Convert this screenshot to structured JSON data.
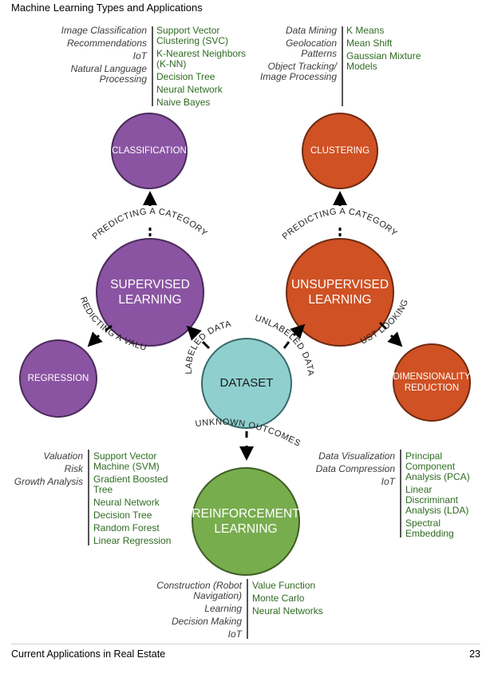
{
  "page": {
    "title": "Machine Learning Types and Applications",
    "footer_left": "Current Applications in Real Estate",
    "page_number": "23"
  },
  "nodes": {
    "classification": "CLASSIFICATION",
    "clustering": "CLUSTERING",
    "supervised": "SUPERVISED\nLEARNING",
    "unsupervised": "UNSUPERVISED\nLEARNING",
    "regression": "REGRESSION",
    "dataset": "DATASET",
    "dimensionality": "DIMENSIONALITY\nREDUCTION",
    "reinforcement": "REINFORCEMENT\nLEARNING"
  },
  "edge_labels": {
    "sup_to_class": "PREDICTING A CATEGORY",
    "unsup_to_clust": "PREDICTING A CATEGORY",
    "sup_to_reg": "PREDICTING A VALUE",
    "data_to_sup": "LABELED DATA",
    "data_to_unsup": "UNLABELED DATA",
    "unsup_to_dim": "JUST LOOKING",
    "data_to_reinf": "UNKNOWN OUTCOMES"
  },
  "classification_lists": {
    "applications": [
      "Image Classification",
      "Recommendations",
      "IoT",
      "Natural Language Processing"
    ],
    "algorithms": [
      "Support Vector Clustering (SVC)",
      "K-Nearest Neighbors (K-NN)",
      "Decision Tree",
      "Neural Network",
      "Naive Bayes"
    ]
  },
  "clustering_lists": {
    "applications": [
      "Data Mining",
      "Geolocation Patterns",
      "Object Tracking/ Image Processing"
    ],
    "algorithms": [
      "K Means",
      "Mean Shift",
      "Gaussian Mixture Models"
    ]
  },
  "regression_lists": {
    "applications": [
      "Valuation",
      "Risk",
      "Growth Analysis"
    ],
    "algorithms": [
      "Support Vector Machine (SVM)",
      "Gradient Boosted Tree",
      "Neural Network",
      "Decision Tree",
      "Random Forest",
      "Linear Regression"
    ]
  },
  "dimensionality_lists": {
    "applications": [
      "Data Visualization",
      "Data Compression",
      "IoT"
    ],
    "algorithms": [
      "Principal Component Analysis (PCA)",
      "Linear Discriminant Analysis (LDA)",
      "Spectral Embedding"
    ]
  },
  "reinforcement_lists": {
    "applications": [
      "Construction (Robot Navigation)",
      "Learning",
      "Decision Making",
      "IoT"
    ],
    "algorithms": [
      "Value Function",
      "Monte Carlo",
      "Neural Networks"
    ]
  },
  "colors": {
    "purple": "#8a54a2",
    "orange": "#cf5124",
    "teal": "#8fd0cf",
    "green": "#78ad4e",
    "algorithm_text": "#2f6b22"
  }
}
